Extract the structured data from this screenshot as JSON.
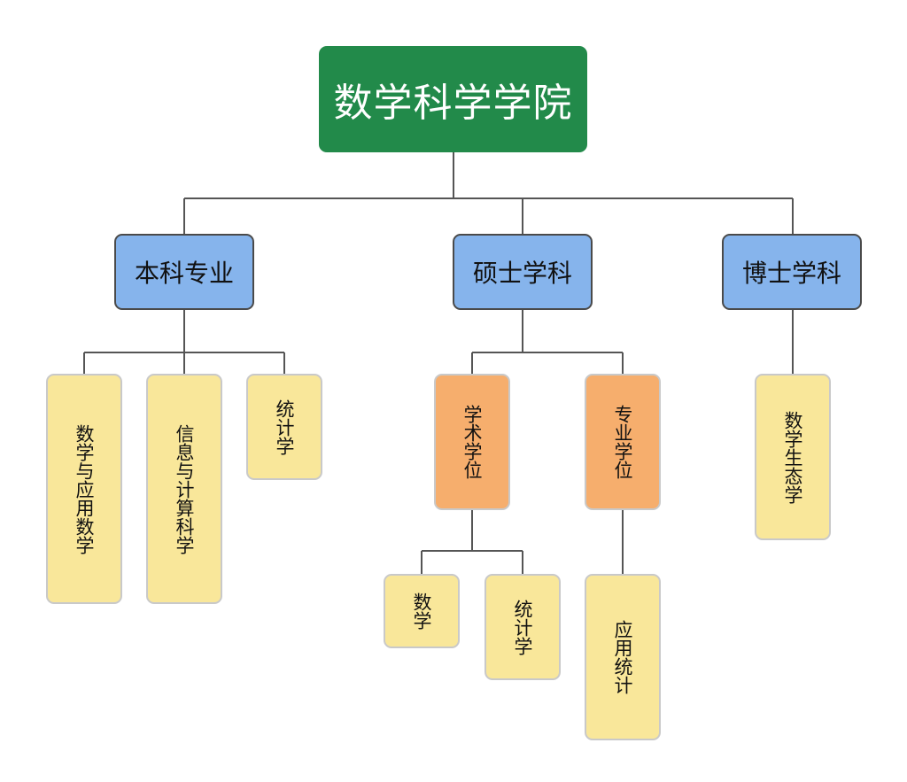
{
  "root": {
    "label": "数学科学学院"
  },
  "undergrad": {
    "label": "本科专业",
    "majors": [
      "数学与应用数学",
      "信息与计算科学",
      "统计学"
    ]
  },
  "masters": {
    "label": "硕士学科",
    "academic": {
      "label": "学术学位",
      "children": [
        "数学",
        "统计学"
      ]
    },
    "professional": {
      "label": "专业学位",
      "children": [
        "应用统计"
      ]
    }
  },
  "doctoral": {
    "label": "博士学科",
    "children": [
      "数学生态学"
    ]
  },
  "colors": {
    "root": "#228a4a",
    "level1": "#86b4ec",
    "degree_type": "#f6ae6d",
    "leaf": "#f9e79a",
    "connector": "#555555"
  }
}
